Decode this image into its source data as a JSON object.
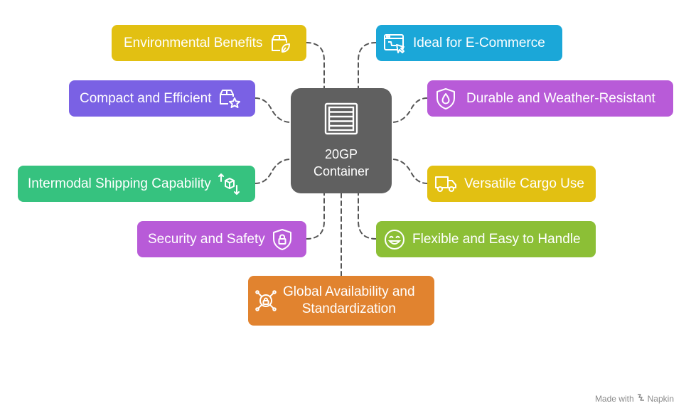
{
  "center": {
    "line1": "20GP",
    "line2": "Container",
    "icon": "crate-icon",
    "color": "#606060"
  },
  "nodes": [
    {
      "id": "environmental-benefits",
      "label": "Environmental Benefits",
      "icon": "leaf-box-icon",
      "color": "#E2C012"
    },
    {
      "id": "ideal-for-e-commerce",
      "label": "Ideal for E-Commerce",
      "icon": "web-cursor-icon",
      "color": "#1BA7D8"
    },
    {
      "id": "compact-and-efficient",
      "label": "Compact and Efficient",
      "icon": "star-box-icon",
      "color": "#7A61E4"
    },
    {
      "id": "durable-and-weather-resistant",
      "label": "Durable and Weather-Resistant",
      "icon": "drop-shield-icon",
      "color": "#B85BD8"
    },
    {
      "id": "intermodal-shipping-capability",
      "label": "Intermodal Shipping Capability",
      "icon": "box-arrows-icon",
      "color": "#36C27F"
    },
    {
      "id": "versatile-cargo-use",
      "label": "Versatile Cargo Use",
      "icon": "truck-icon",
      "color": "#E2C012"
    },
    {
      "id": "security-and-safety",
      "label": "Security and Safety",
      "icon": "lock-shield-icon",
      "color": "#B85BD8"
    },
    {
      "id": "flexible-and-easy-to-handle",
      "label": "Flexible and Easy to Handle",
      "icon": "smile-icon",
      "color": "#8CBF36"
    },
    {
      "id": "global-availability",
      "label_line1": "Global Availability and",
      "label_line2": "Standardization",
      "icon": "lock-network-icon",
      "color": "#E1832F"
    }
  ],
  "watermark": {
    "prefix": "Made with",
    "brand": "Napkin"
  }
}
